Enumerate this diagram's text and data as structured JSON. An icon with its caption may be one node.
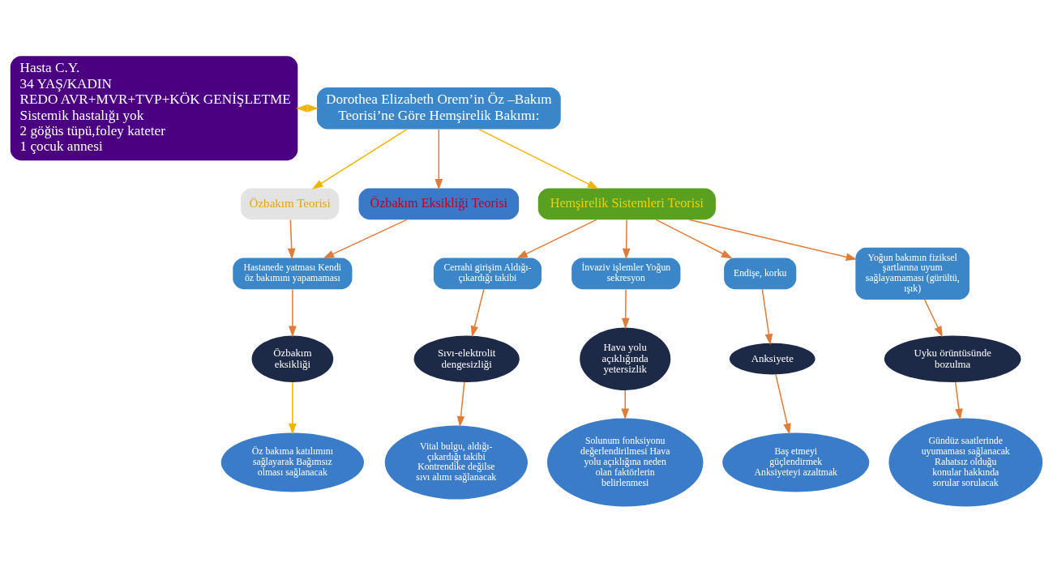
{
  "diagram": {
    "nodes": [
      {
        "text": [
          "Hasta C.Y.",
          "34 YAŞ/KADIN",
          "REDO AVR+MVR+TVP+KÖK GENİŞLETME",
          "Sistemik hastalığı yok",
          "2 göğüs tüpü,foley kateter",
          "1 çocuk annesi"
        ]
      },
      {
        "text": [
          "Dorothea Elizabeth Orem’in Öz –Bakım Teorisi’ne Göre Hemşirelik Bakımı:"
        ]
      },
      {
        "text": [
          "Özbakım Teorisi"
        ]
      },
      {
        "text": [
          "Özbakım Eksikliği Teorisi"
        ]
      },
      {
        "text": [
          "Hemşirelik Sistemleri Teorisi"
        ]
      },
      {
        "text": [
          "Hastanede yatması Kendi öz bakımını yapamaması"
        ]
      },
      {
        "text": [
          "Cerrahi girişim Aldığı-çıkardığı takibi"
        ]
      },
      {
        "text": [
          "İnvaziv işlemler Yoğun sekresyon"
        ]
      },
      {
        "text": [
          "Endişe, korku"
        ]
      },
      {
        "text": [
          "Yoğun bakımın fiziksel şartlarına uyum sağlayamaması (gürültü, ışık)"
        ]
      },
      {
        "text": [
          "Özbakım eksikliği"
        ]
      },
      {
        "text": [
          "Sıvı-elektrolit dengesizliği"
        ]
      },
      {
        "text": [
          "Hava yolu açıklığında yetersizlik"
        ]
      },
      {
        "text": [
          "Anksiyete"
        ]
      },
      {
        "text": [
          "Uyku örüntüsünde bozulma"
        ]
      },
      {
        "text": [
          "Öz bakıma katılımını sağlayarak Bağımsız olması sağlanacak"
        ]
      },
      {
        "text": [
          "Vital bulgu, aldığı-çıkardığı takibi Kontrendike değilse sıvı alımı sağlanacak"
        ]
      },
      {
        "text": [
          "Solunum fonksiyonu değerlendirilmesi Hava yolu açıklığına neden olan faktörlerin belirlenmesi"
        ]
      },
      {
        "text": [
          "Baş etmeyi güçlendirmek Anksiyeteyi azaltmak"
        ]
      },
      {
        "text": [
          "Gündüz saatlerinde uyumaması sağlanacak Rahatsız olduğu konular hakkında sorular sorulacak"
        ]
      }
    ],
    "edges": [
      {
        "from": 0,
        "to": 1,
        "arrow": "both",
        "color": "#f0b400"
      },
      {
        "from": 1,
        "to": 2,
        "arrow": "to",
        "color": "#f0b400"
      },
      {
        "from": 1,
        "to": 3,
        "arrow": "to"
      },
      {
        "from": 1,
        "to": 4,
        "arrow": "to",
        "color": "#f0b400"
      },
      {
        "from": 2,
        "to": 5,
        "arrow": "to"
      },
      {
        "from": 3,
        "to": 5,
        "arrow": "to"
      },
      {
        "from": 4,
        "to": 6,
        "arrow": "to"
      },
      {
        "from": 4,
        "to": 7,
        "arrow": "to"
      },
      {
        "from": 4,
        "to": 8,
        "arrow": "to"
      },
      {
        "from": 4,
        "to": 9,
        "arrow": "to"
      },
      {
        "from": 5,
        "to": 10,
        "arrow": "to"
      },
      {
        "from": 6,
        "to": 11,
        "arrow": "to"
      },
      {
        "from": 7,
        "to": 12,
        "arrow": "to"
      },
      {
        "from": 8,
        "to": 13,
        "arrow": "to"
      },
      {
        "from": 9,
        "to": 14,
        "arrow": "to"
      },
      {
        "from": 10,
        "to": 15,
        "arrow": "to",
        "color": "#f0b400"
      },
      {
        "from": 11,
        "to": 16,
        "arrow": "to"
      },
      {
        "from": 12,
        "to": 17,
        "arrow": "to"
      },
      {
        "from": 13,
        "to": 18,
        "arrow": "to"
      },
      {
        "from": 14,
        "to": 19,
        "arrow": "to"
      }
    ]
  }
}
